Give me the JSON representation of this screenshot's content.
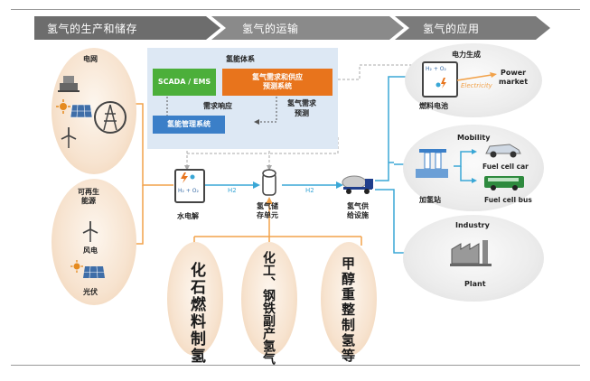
{
  "headers": [
    "氢气的生产和储存",
    "氢气的运输",
    "氢气的应用"
  ],
  "production": {
    "grid": "电网",
    "renewable": "可再生\n能源",
    "wind": "风电",
    "solar": "光伏"
  },
  "energy_system": {
    "title": "氢能体系",
    "scada": "SCADA / EMS",
    "forecast": "氢气需求和供应\n预测系统",
    "demand_response": "需求响应",
    "demand_forecast": "氢气需求\n预测",
    "management": "氢能管理系统"
  },
  "flow": {
    "electrolysis": "水电解",
    "h2_label_1": "H2",
    "storage": "氢气储\n存单元",
    "h2_label_2": "H2",
    "supply": "氢气供\n给设施"
  },
  "sources": [
    "化石燃料制氢",
    "化工、钢铁副产氢气",
    "甲醇重整制氢等"
  ],
  "applications": {
    "power_title": "电力生成",
    "fuel_cell": "燃料电池",
    "electricity": "Electricity",
    "power_market": "Power\nmarket",
    "h2_o2": "H₂ + O₂",
    "mobility_title": "Mobility",
    "station": "加氢站",
    "fuel_cell_car": "Fuel cell car",
    "fuel_cell_bus": "Fuel cell bus",
    "industry_title": "Industry",
    "plant": "Plant"
  },
  "colors": {
    "header_dark": "#6d6d6d",
    "header_mid": "#8a8a8a",
    "orange_line": "#f2a24a",
    "blue_line": "#3aa7d6",
    "scada_green": "#4caf3a",
    "forecast_orange": "#e8741c",
    "mgmt_blue": "#3b7fc8",
    "energy_bg": "#dde8f4"
  }
}
